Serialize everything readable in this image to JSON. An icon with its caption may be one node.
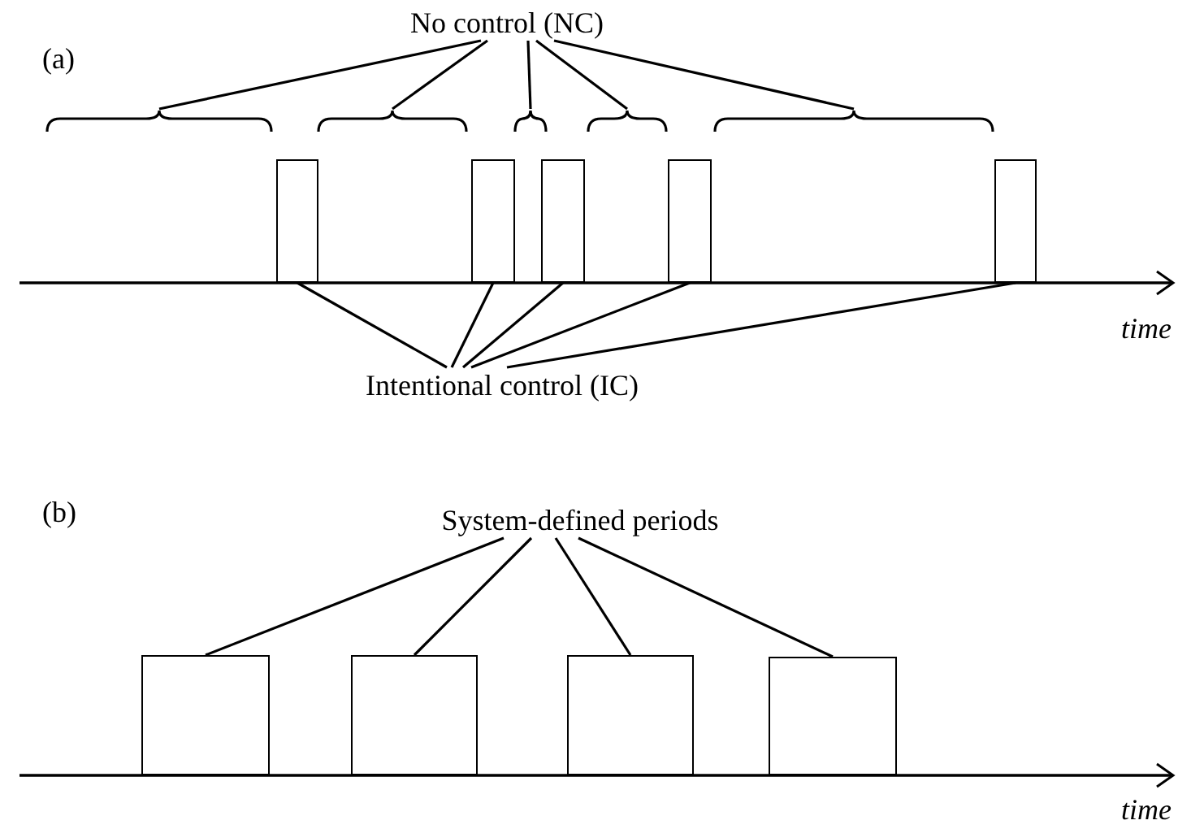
{
  "diagram": {
    "nodes": [
      {
        "text": [
          "No control (NC)"
        ]
      },
      {
        "text": [],
        "shape": "brace"
      },
      {
        "text": [],
        "shape": "brace"
      },
      {
        "text": [],
        "shape": "brace"
      },
      {
        "text": [],
        "shape": "brace"
      },
      {
        "text": [],
        "shape": "brace"
      },
      {
        "text": [
          "Intentional control (IC)"
        ]
      },
      {
        "text": [],
        "shape": "box"
      },
      {
        "text": [],
        "shape": "box"
      },
      {
        "text": [],
        "shape": "box"
      },
      {
        "text": [],
        "shape": "box"
      },
      {
        "text": [],
        "shape": "box"
      },
      {
        "text": [
          "System-defined periods"
        ]
      },
      {
        "text": [],
        "shape": "box"
      },
      {
        "text": [],
        "shape": "box"
      },
      {
        "text": [],
        "shape": "box"
      },
      {
        "text": [],
        "shape": "box"
      }
    ],
    "edges": [
      {
        "from": 0,
        "to": 1,
        "arrow": "none"
      },
      {
        "from": 0,
        "to": 2,
        "arrow": "none"
      },
      {
        "from": 0,
        "to": 3,
        "arrow": "none"
      },
      {
        "from": 0,
        "to": 4,
        "arrow": "none"
      },
      {
        "from": 0,
        "to": 5,
        "arrow": "none"
      },
      {
        "from": 6,
        "to": 7,
        "arrow": "none"
      },
      {
        "from": 6,
        "to": 8,
        "arrow": "none"
      },
      {
        "from": 6,
        "to": 9,
        "arrow": "none"
      },
      {
        "from": 6,
        "to": 10,
        "arrow": "none"
      },
      {
        "from": 6,
        "to": 11,
        "arrow": "none"
      },
      {
        "from": 12,
        "to": 13,
        "arrow": "none"
      },
      {
        "from": 12,
        "to": 14,
        "arrow": "none"
      },
      {
        "from": 12,
        "to": 15,
        "arrow": "none"
      },
      {
        "from": 12,
        "to": 16,
        "arrow": "none"
      }
    ],
    "labels": [
      "(a)",
      "time",
      "(b)",
      "time"
    ]
  }
}
